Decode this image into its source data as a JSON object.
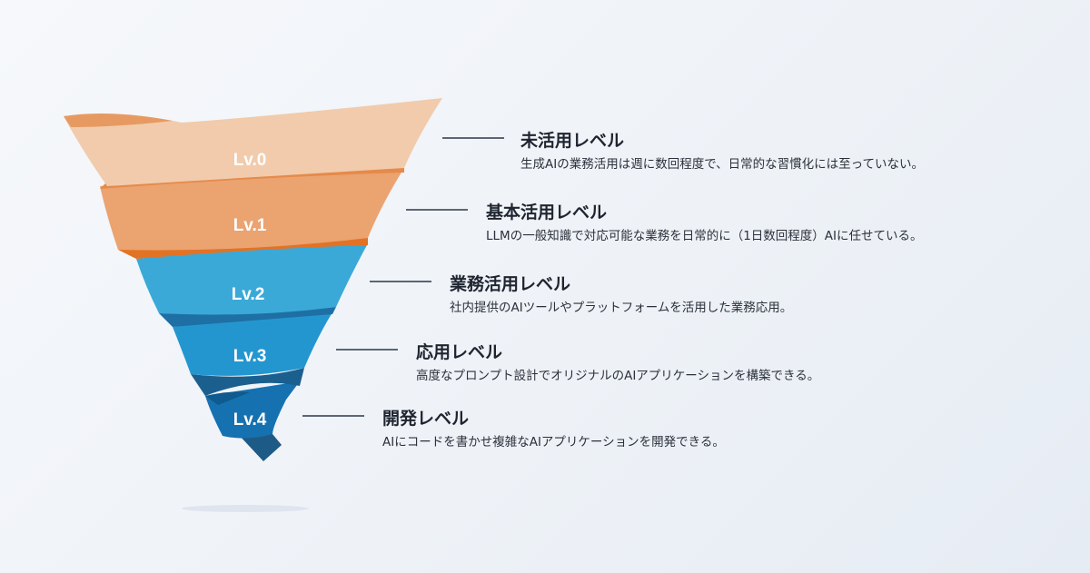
{
  "levels": [
    {
      "badge": "Lv.0",
      "title": "未活用レベル",
      "description": "生成AIの業務活用は週に数回程度で、日常的な習慣化には至っていない。",
      "color": "#f0c8a8"
    },
    {
      "badge": "Lv.1",
      "title": "基本活用レベル",
      "description": "LLMの一般知識で対応可能な業務を日常的に（1日数回程度）AIに任せている。",
      "color": "#eb9a60"
    },
    {
      "badge": "Lv.2",
      "title": "業務活用レベル",
      "description": "社内提供のAIツールやプラットフォームを活用した業務応用。",
      "color": "#36a6d6"
    },
    {
      "badge": "Lv.3",
      "title": "応用レベル",
      "description": "高度なプロンプト設計でオリジナルのAIアプリケーションを構築できる。",
      "color": "#1e8fc8"
    },
    {
      "badge": "Lv.4",
      "title": "開発レベル",
      "description": "AIにコードを書かせ複雑なAIアプリケーションを開発できる。",
      "color": "#1671b0"
    }
  ]
}
